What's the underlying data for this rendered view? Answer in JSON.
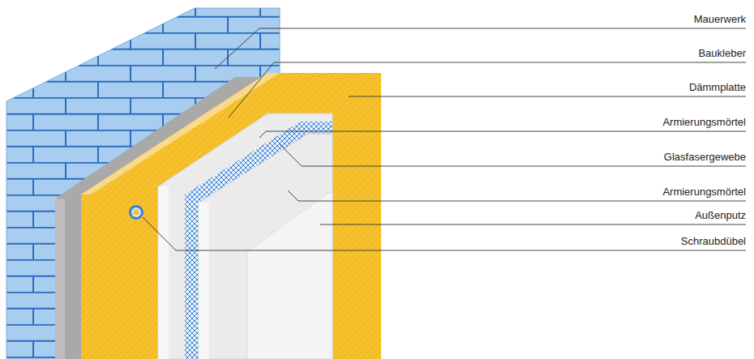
{
  "diagram": {
    "labels": [
      "Mauerwerk",
      "Baukleber",
      "Dämmplatte",
      "Armierungsmörtel",
      "Glasfasergewebe",
      "Armierungsmörtel",
      "Außenputz",
      "Schraubdübel"
    ]
  }
}
